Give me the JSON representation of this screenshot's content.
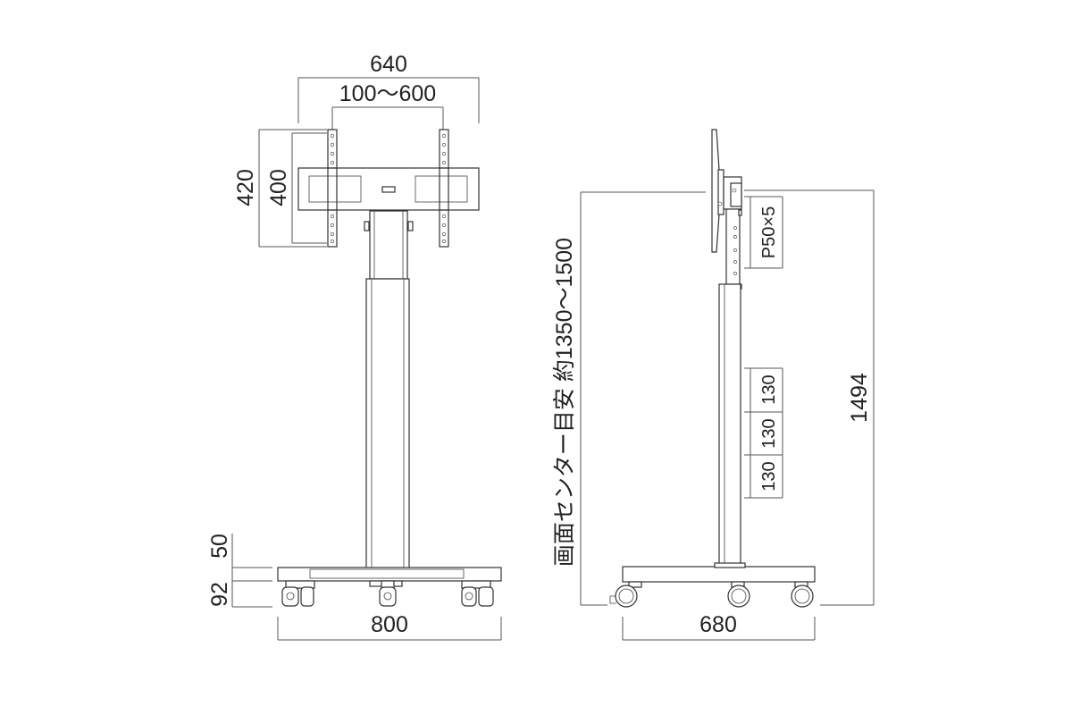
{
  "front_view": {
    "width_overall": "640",
    "vesa_range": "100～600",
    "height_outer": "420",
    "height_inner": "400",
    "base_height_upper": "50",
    "base_height_lower": "92",
    "base_width": "800"
  },
  "side_view": {
    "pitch_label": "P50×5",
    "height_step_1": "130",
    "height_step_2": "130",
    "height_step_3": "130",
    "screen_center_label": "画面センター目安 約1350～1500",
    "total_height": "1494",
    "base_depth": "680"
  },
  "colors": {
    "line": "#333333",
    "dimension": "#555555",
    "text": "#222222"
  }
}
